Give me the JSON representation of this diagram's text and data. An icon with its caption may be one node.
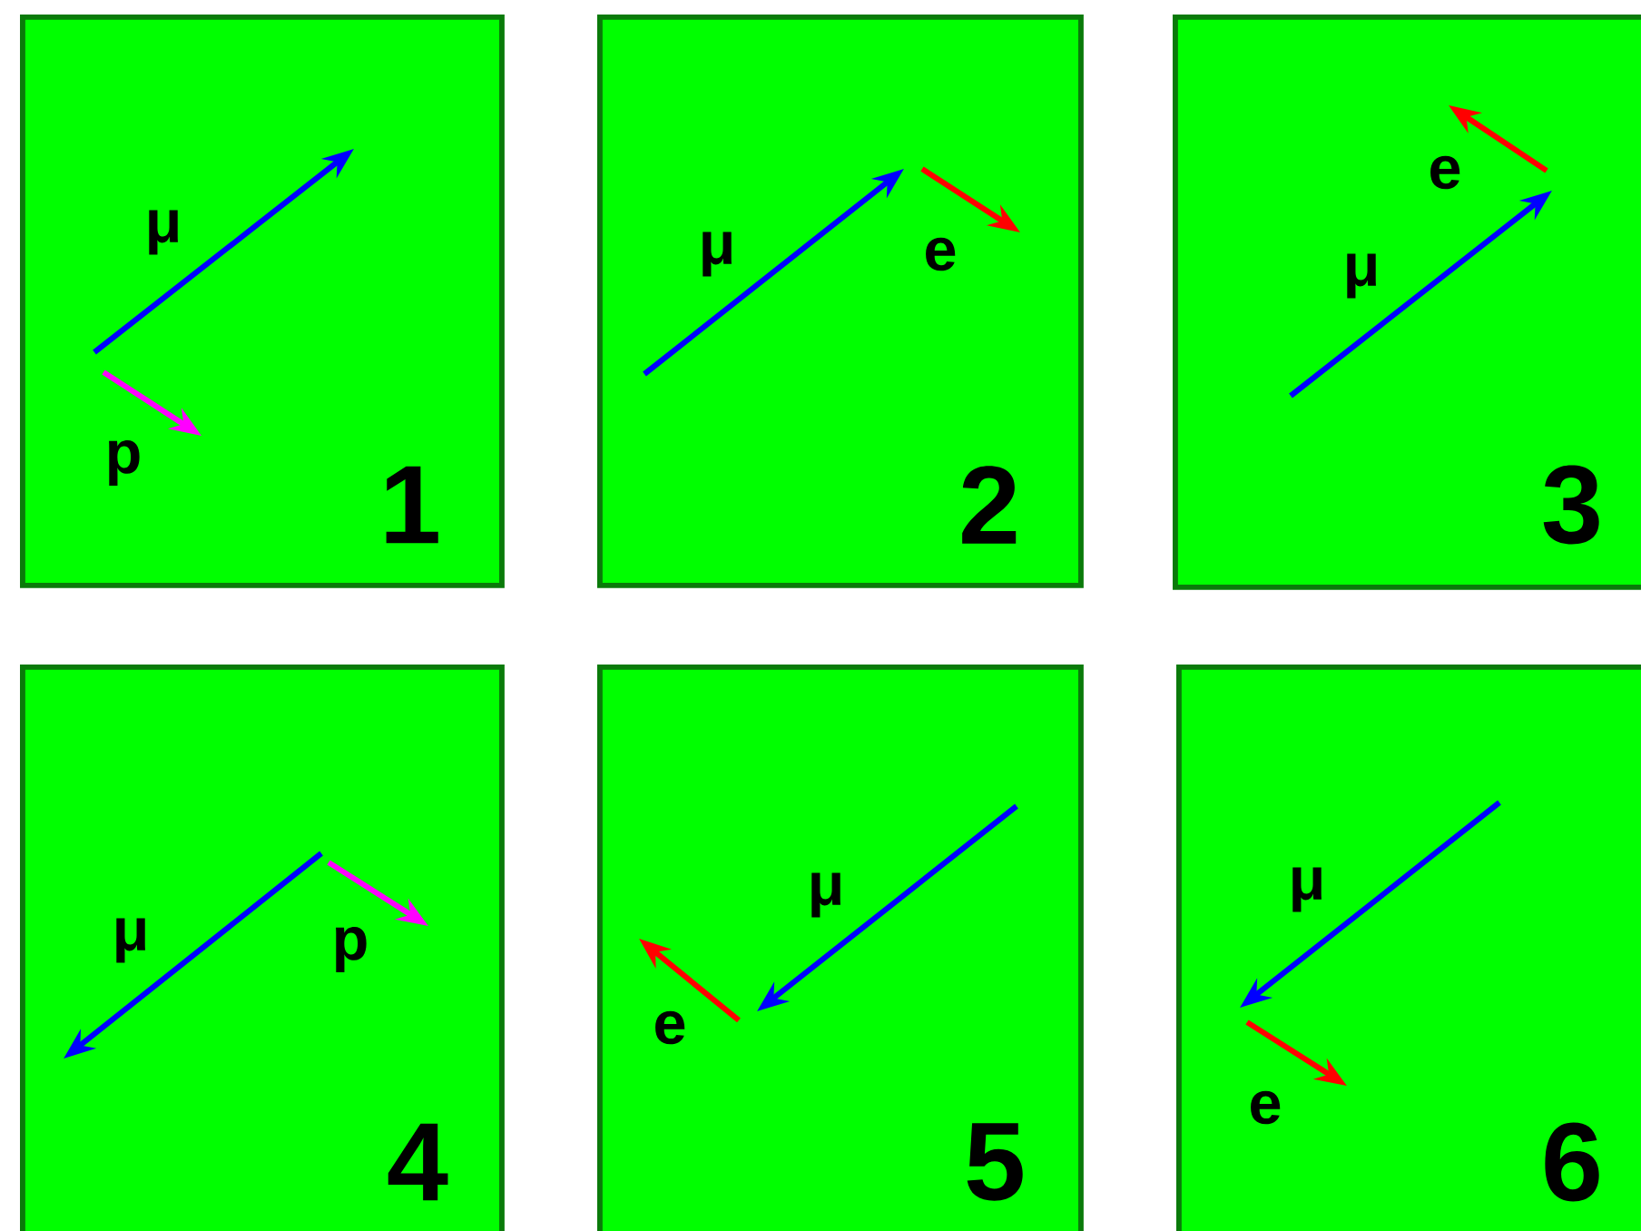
{
  "diagram": {
    "nodes": [
      {
        "text": [
          "μ",
          "p",
          "1"
        ]
      },
      {
        "text": [
          "μ",
          "e",
          "2"
        ]
      },
      {
        "text": [
          "e",
          "μ",
          "3"
        ]
      },
      {
        "text": [
          "μ",
          "p",
          "4"
        ]
      },
      {
        "text": [
          "μ",
          "e",
          "5"
        ]
      },
      {
        "text": [
          "μ",
          "e",
          "6"
        ]
      }
    ]
  }
}
